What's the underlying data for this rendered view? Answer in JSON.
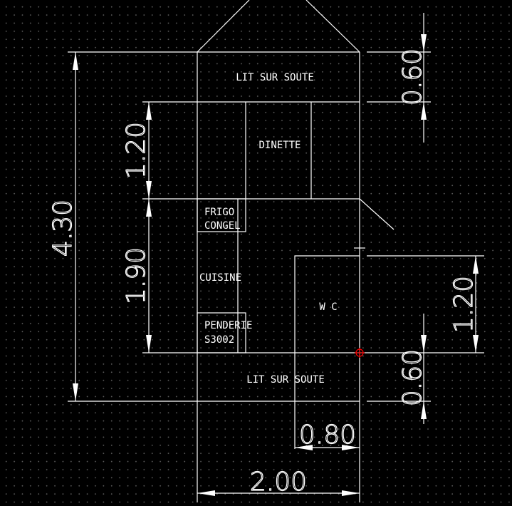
{
  "rooms": {
    "lit_top": "LIT SUR SOUTE",
    "dinette": "DINETTE",
    "frigo_1": "FRIGO",
    "frigo_2": "CONGEL",
    "cuisine": "CUISINE",
    "wc": "W C",
    "penderie_1": "PENDERIE",
    "penderie_2": "S3002",
    "lit_bottom": "LIT SUR SOUTE"
  },
  "dimensions": {
    "total_length": "4.30",
    "dinette_length": "1.20",
    "kitchen_length": "1.90",
    "top_bed": "0.60",
    "wc_length": "1.20",
    "bottom_bed": "0.60",
    "wc_width": "0.80",
    "total_width": "2.00"
  },
  "colors": {
    "background": "#000000",
    "lines": "#ffffff",
    "cursor": "#ff0000"
  }
}
